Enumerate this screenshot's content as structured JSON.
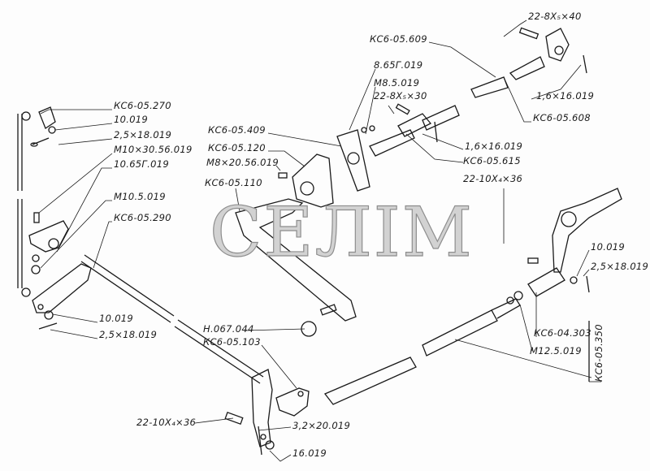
{
  "watermark": "СЕЛІМ",
  "labels": {
    "l1": "КС6-05.270",
    "l2": "10.019",
    "l3": "2,5×18.019",
    "l4": "М10×30.56.019",
    "l5": "10.65Г.019",
    "l6": "М10.5.019",
    "l7": "КС6-05.290",
    "l8": "10.019",
    "l9": "2,5×18.019",
    "l10": "КС6-05.609",
    "l11": "22-8X₅×40",
    "l12": "8.65Г.019",
    "l13": "М8.5.019",
    "l14": "22-8X₅×30",
    "l15": "1,6×16.019",
    "l16": "КС6-05.608",
    "l17": "КС6-05.409",
    "l18": "КС6-05.120",
    "l19": "М8×20.56.019",
    "l20": "КС6-05.110",
    "l21": "1,6×16.019",
    "l22": "КС6-05.615",
    "l23": "22-10X₄×36",
    "l24": "10.019",
    "l25": "2,5×18.019",
    "l26": "КС6-04.303",
    "l27": "М12.5.019",
    "l28": "КС6-05.350",
    "l29": "Н.067.044",
    "l30": "КС6-05.103",
    "l31": "22-10X₄×36",
    "l32": "3,2×20.019",
    "l33": "16.019"
  }
}
